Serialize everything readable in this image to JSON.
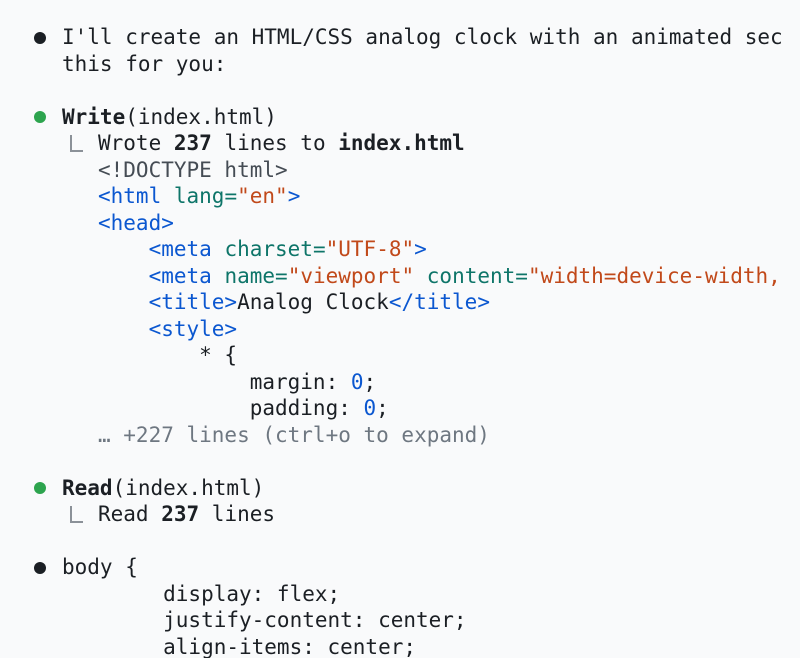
{
  "theme": {
    "background": "#f9fafb",
    "text": "#1b1f24",
    "muted": "#6e7781",
    "connector": "#8b9198",
    "declaration": "#454c54",
    "tag": "#0b57d0",
    "attribute": "#0e7569",
    "value": "#c1491a",
    "number": "#0b57d0",
    "bullet_green": "#2da44e",
    "bullet_dark": "#1b1f24"
  },
  "blocks": [
    {
      "kind": "text",
      "name": "assistant-message-intro",
      "bullet": "bullet_dark",
      "lines": [
        "I'll create an HTML/CSS analog clock with an animated sec",
        "this for you:"
      ]
    },
    {
      "kind": "tool",
      "name": "tool-call-write",
      "bullet": "bullet_green",
      "title": [
        {
          "t": "Write",
          "b": true
        },
        {
          "t": "(index.html)"
        }
      ],
      "result": [
        {
          "t": "Wrote "
        },
        {
          "t": "237",
          "b": true
        },
        {
          "t": " lines to "
        },
        {
          "t": "index.html",
          "b": true
        }
      ],
      "code": [
        [
          {
            "t": "<!DOCTYPE html>",
            "c": "declaration"
          }
        ],
        [
          {
            "t": "<html",
            "c": "tag"
          },
          {
            "t": " "
          },
          {
            "t": "lang",
            "c": "attribute"
          },
          {
            "t": "=",
            "c": "attribute"
          },
          {
            "t": "\"en\"",
            "c": "value"
          },
          {
            "t": ">",
            "c": "tag"
          }
        ],
        [
          {
            "t": "<head>",
            "c": "tag"
          }
        ],
        [
          {
            "t": "    "
          },
          {
            "t": "<meta",
            "c": "tag"
          },
          {
            "t": " "
          },
          {
            "t": "charset",
            "c": "attribute"
          },
          {
            "t": "=",
            "c": "attribute"
          },
          {
            "t": "\"UTF-8\"",
            "c": "value"
          },
          {
            "t": ">",
            "c": "tag"
          }
        ],
        [
          {
            "t": "    "
          },
          {
            "t": "<meta",
            "c": "tag"
          },
          {
            "t": " "
          },
          {
            "t": "name",
            "c": "attribute"
          },
          {
            "t": "=",
            "c": "attribute"
          },
          {
            "t": "\"viewport\"",
            "c": "value"
          },
          {
            "t": " "
          },
          {
            "t": "content",
            "c": "attribute"
          },
          {
            "t": "=",
            "c": "attribute"
          },
          {
            "t": "\"width=device-width,",
            "c": "value"
          }
        ],
        [
          {
            "t": "    "
          },
          {
            "t": "<title>",
            "c": "tag"
          },
          {
            "t": "Analog Clock"
          },
          {
            "t": "</title>",
            "c": "tag"
          }
        ],
        [
          {
            "t": "    "
          },
          {
            "t": "<style>",
            "c": "tag"
          }
        ],
        [
          {
            "t": "        * {"
          }
        ],
        [
          {
            "t": "            margin: "
          },
          {
            "t": "0",
            "c": "number"
          },
          {
            "t": ";"
          }
        ],
        [
          {
            "t": "            padding: "
          },
          {
            "t": "0",
            "c": "number"
          },
          {
            "t": ";"
          }
        ]
      ],
      "expand_note": "… +227 lines (ctrl+o to expand)"
    },
    {
      "kind": "tool",
      "name": "tool-call-read",
      "bullet": "bullet_green",
      "title": [
        {
          "t": "Read",
          "b": true
        },
        {
          "t": "(index.html)"
        }
      ],
      "result": [
        {
          "t": "Read "
        },
        {
          "t": "237",
          "b": true
        },
        {
          "t": " lines"
        }
      ]
    },
    {
      "kind": "text",
      "name": "assistant-message-code",
      "bullet": "bullet_dark",
      "lines": [
        "body {",
        "        display: flex;",
        "        justify-content: center;",
        "        align-items: center;"
      ]
    }
  ]
}
